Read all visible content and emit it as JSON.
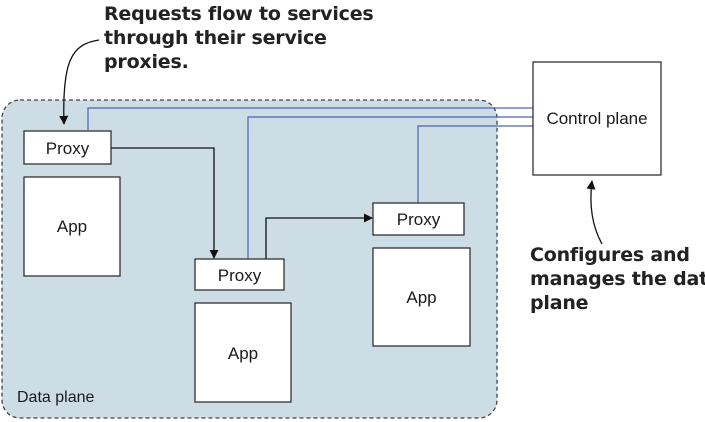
{
  "diagram": {
    "callout_top": {
      "lines": [
        "Requests flow to services",
        "through their service",
        "proxies."
      ]
    },
    "callout_right": {
      "lines": [
        "Configures and",
        "manages the data",
        "plane"
      ]
    },
    "control_plane": {
      "label": "Control plane"
    },
    "data_plane": {
      "label": "Data plane"
    },
    "services": [
      {
        "proxy_label": "Proxy",
        "app_label": "App"
      },
      {
        "proxy_label": "Proxy",
        "app_label": "App"
      },
      {
        "proxy_label": "Proxy",
        "app_label": "App"
      }
    ],
    "colors": {
      "data_plane_fill": "#ccdde6",
      "data_plane_border": "#444444",
      "control_line": "#4a63b5",
      "box_border": "#222222",
      "box_fill": "#ffffff"
    }
  }
}
